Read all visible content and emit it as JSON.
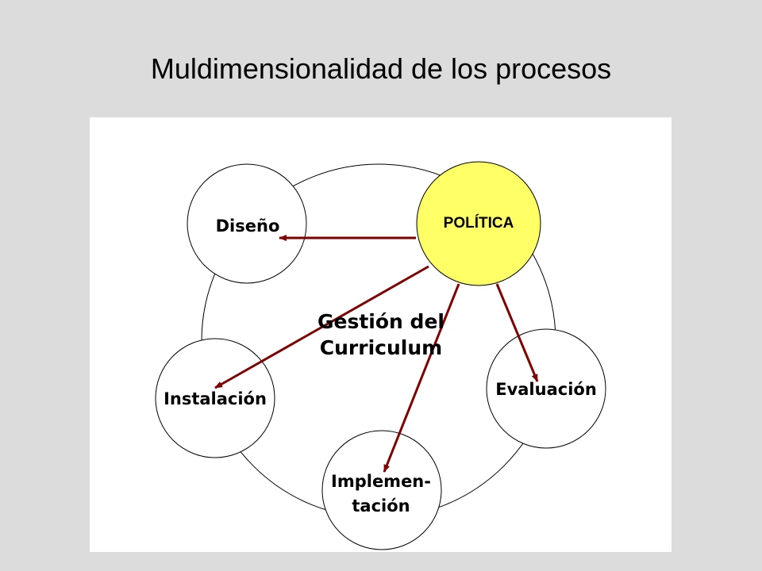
{
  "slide": {
    "title": "Muldimensionalidad de los procesos"
  },
  "diagram": {
    "center_label_line1": "Gestión del",
    "center_label_line2": "Curriculum",
    "nodes": {
      "politica": "POLÍTICA",
      "diseno": "Diseño",
      "instalacion": "Instalación",
      "implementacion_line1": "Implemen-",
      "implementacion_line2": "tación",
      "evaluacion": "Evaluación"
    },
    "colors": {
      "background": "#dcdcdc",
      "panel": "#ffffff",
      "politica_fill": "#ffff66",
      "arrow": "#800000",
      "outline": "#000000"
    }
  }
}
